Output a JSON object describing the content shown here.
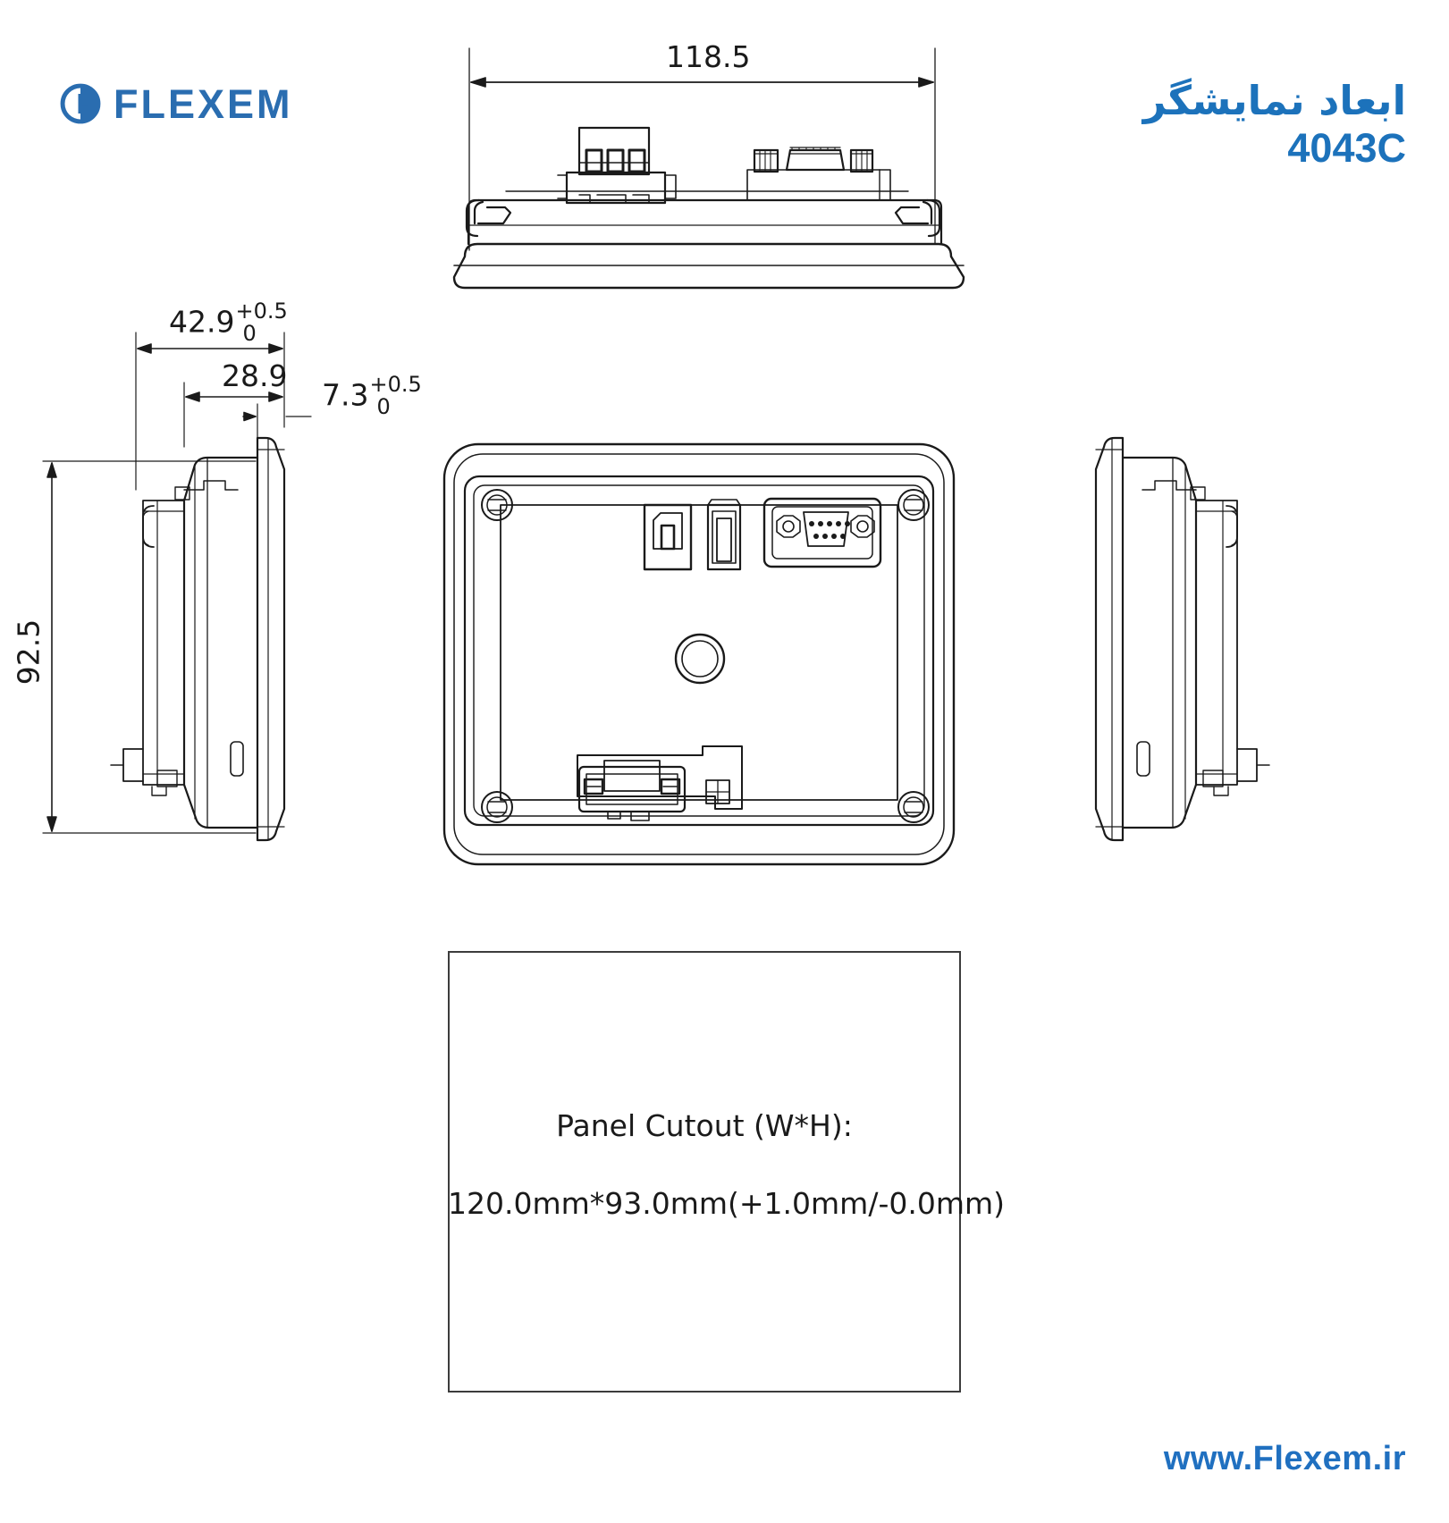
{
  "page": {
    "background": "#ffffff",
    "brand_color": "#2a6db0",
    "title_color": "#1c72bb",
    "line_color": "#1a1a1a"
  },
  "brand": {
    "wordmark": "FLEXEM",
    "mark_icon": "flexem-circle-e-logo"
  },
  "title": {
    "heading_fa": "ابعاد نمایشگر",
    "model": "4043C"
  },
  "footer": {
    "website": "www.Flexem.ir"
  },
  "dimensions": {
    "top_width": {
      "value": "118.5",
      "unit": "mm"
    },
    "depth_total": {
      "value": "42.9",
      "tol_upper": "+0.5",
      "tol_lower": "0"
    },
    "depth_body": {
      "value": "28.9"
    },
    "bezel_depth": {
      "value": "7.3",
      "tol_upper": "+0.5",
      "tol_lower": "0"
    },
    "height": {
      "value": "92.5",
      "unit": "mm"
    }
  },
  "cutout_note": {
    "label": "Panel Cutout (W*H):",
    "spec": "120.0mm*93.0mm(+1.0mm/-0.0mm)"
  },
  "views": {
    "top_view": "top-view-hmi-panel",
    "left_side_view": "left-side-view-hmi-panel",
    "rear_view": "rear-view-hmi-panel",
    "right_side_view": "right-side-view-hmi-panel"
  },
  "rear_connectors": [
    {
      "name": "usb-device-port",
      "type": "USB-B"
    },
    {
      "name": "usb-host-port",
      "type": "USB-A"
    },
    {
      "name": "serial-port",
      "type": "DB9"
    },
    {
      "name": "power-terminal-block",
      "type": "terminal"
    },
    {
      "name": "mounting-screw",
      "type": "screw"
    },
    {
      "name": "buzzer-vent",
      "type": "circle"
    }
  ]
}
